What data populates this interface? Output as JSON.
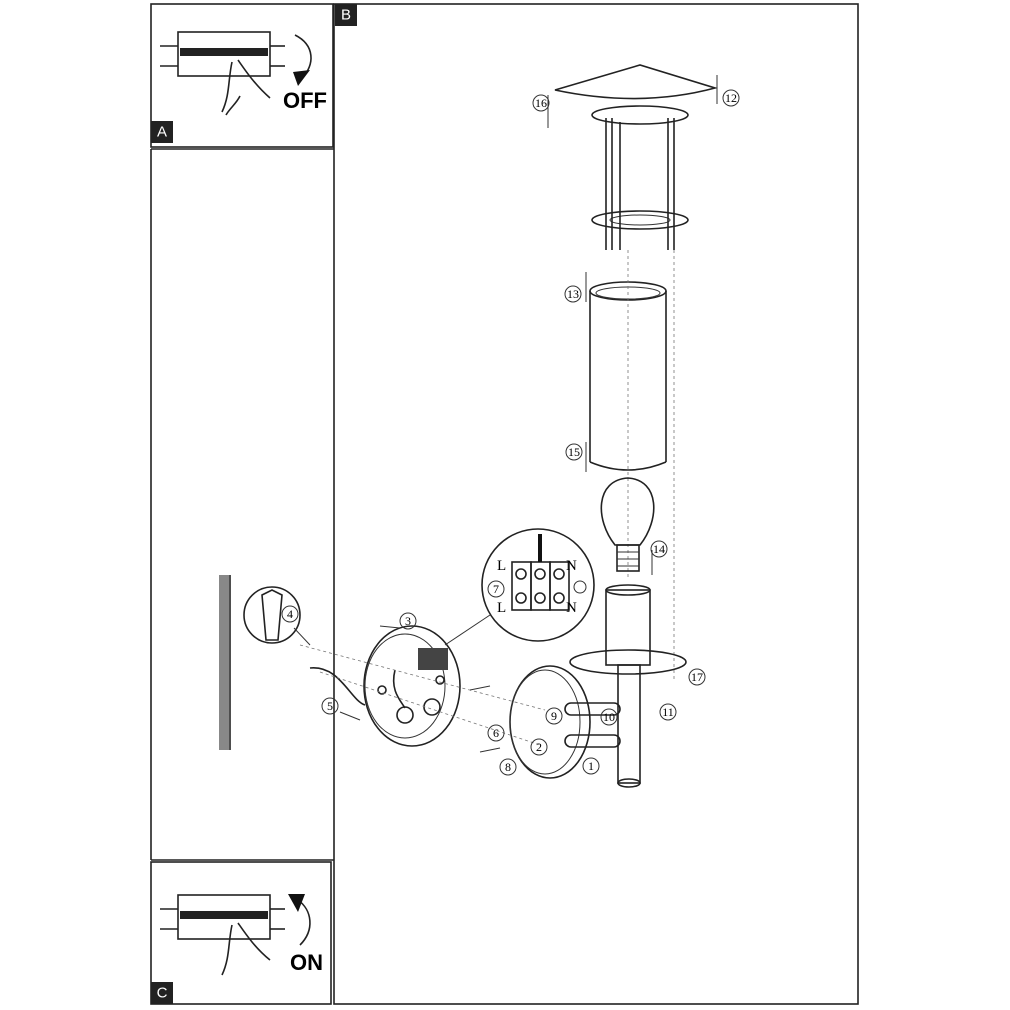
{
  "panels": {
    "a": {
      "badge": "A",
      "action": "OFF"
    },
    "b": {
      "badge": "B"
    },
    "c": {
      "badge": "C",
      "action": "ON"
    }
  },
  "terminal": {
    "top_left": "L",
    "bottom_left": "L",
    "top_right": "N",
    "bottom_right": "N"
  },
  "callouts": [
    "1",
    "2",
    "3",
    "4",
    "5",
    "6",
    "7",
    "8",
    "9",
    "10",
    "11",
    "12",
    "13",
    "14",
    "15",
    "16",
    "17"
  ]
}
